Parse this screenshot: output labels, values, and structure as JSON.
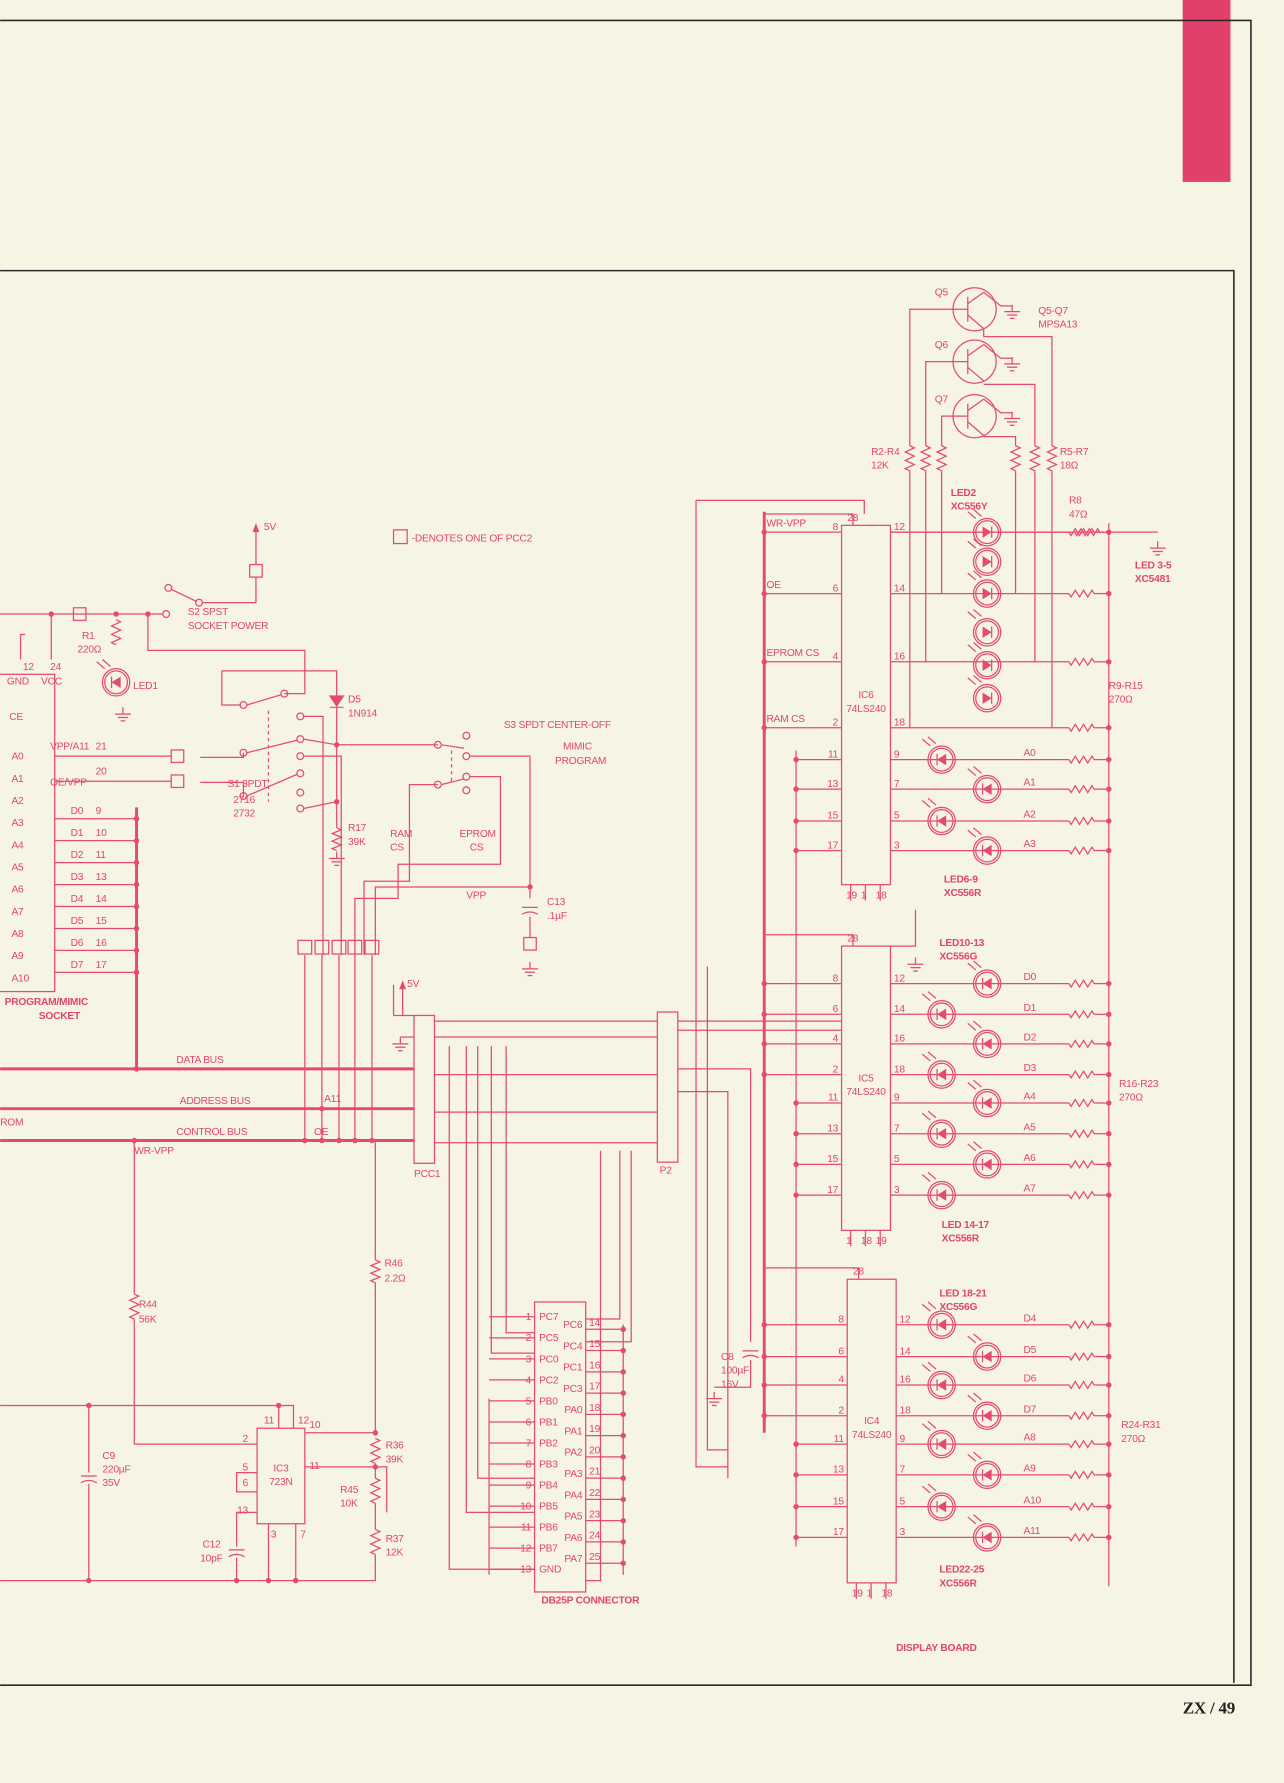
{
  "page": {
    "number": "ZX / 49"
  },
  "colors": {
    "ink": "#e54a74",
    "paper": "#f6f4e2",
    "tab": "#e0406a",
    "frame": "#2a2a2a"
  },
  "legend": {
    "text": "-DENOTES ONE OF PCC2"
  },
  "transistors": {
    "names": [
      "Q5",
      "Q6",
      "Q7"
    ],
    "group": "Q5-Q7",
    "part": "MPSA13"
  },
  "labels": {
    "r2_r4": "R2-R4",
    "r2_r4_val": "12K",
    "r5_r7": "R5-R7",
    "r5_r7_val": "18Ω",
    "led2": "LED2",
    "led2_part": "XC556Y",
    "r8": "R8",
    "r8_val": "47Ω",
    "led3_5": "LED 3-5",
    "led3_5_part": "XC5481",
    "r9_15": "R9-R15",
    "r9_15_val": "270Ω",
    "led6_9": "LED6-9",
    "led6_9_part": "XC556R",
    "led10_13": "LED10-13",
    "led10_13_part": "XC556G",
    "led14_17": "LED 14-17",
    "led14_17_part": "XC556R",
    "r16_23": "R16-R23",
    "r16_23_val": "270Ω",
    "led18_21": "LED 18-21",
    "led18_21_part": "XC556G",
    "led22_25": "LED22-25",
    "led22_25_part": "XC556R",
    "r24_31": "R24-R31",
    "r24_31_val": "270Ω",
    "display_board": "DISPLAY BOARD",
    "r1": "R1",
    "r1_val": "220Ω",
    "led1": "LED1",
    "s2": "S2 SPST",
    "s2_desc": "SOCKET POWER",
    "v5_top": "5V",
    "d5": "D5",
    "d5_part": "1N914",
    "s3": "S3 SPDT CENTER-OFF",
    "mimic": "MIMIC",
    "program": "PROGRAM",
    "s1": "S1 3PDT",
    "s1_a": "2716",
    "s1_b": "2732",
    "r17": "R17",
    "r17_val": "39K",
    "ram": "RAM",
    "ram_cs": "CS",
    "eprom": "EPROM",
    "eprom_cs": "CS",
    "vpp": "VPP",
    "c13": "C13",
    "c13_val": ".1µF",
    "v5_mid": "5V",
    "data_bus": "DATA BUS",
    "address_bus": "ADDRESS BUS",
    "a11": "A11",
    "prom": "ROM",
    "control_bus": "CONTROL BUS",
    "oe": "OE",
    "wr_vpp": "WR-VPP",
    "pcc1": "PCC1",
    "p2": "P2",
    "r46": "R46",
    "r46_val": "2.2Ω",
    "r44": "R44",
    "r44_val": "56K",
    "r36": "R36",
    "r36_val": "39K",
    "r45": "R45",
    "r45_val": "10K",
    "r37": "R37",
    "r37_val": "12K",
    "c9": "C9",
    "c9_val": "220µF",
    "c9_v": "35V",
    "c12": "C12",
    "c12_val": "10pF",
    "c8": "C8",
    "c8_val": "100µF",
    "c8_v": "16V",
    "socket_title": "PROGRAM/MIMIC",
    "socket_sub": "SOCKET",
    "gnd": "GND",
    "vcc": "VCC",
    "pin12": "12",
    "pin24": "24",
    "ce": "CE",
    "ic3": "IC3",
    "ic3_part": "723N",
    "db25_title": "DB25P CONNECTOR"
  },
  "ic3_pins": [
    "11",
    "12",
    "10",
    "2",
    "11",
    "5",
    "6",
    "13",
    "3",
    "7"
  ],
  "ics": [
    {
      "name": "IC6",
      "part": "74LS240",
      "top_pin": "28",
      "left_pins": [
        {
          "pin": "8",
          "signal": "WR-VPP"
        },
        {
          "pin": "6",
          "signal": "OE"
        },
        {
          "pin": "4",
          "signal": "EPROM CS"
        },
        {
          "pin": "2",
          "signal": "RAM CS"
        },
        {
          "pin": "11",
          "signal": ""
        },
        {
          "pin": "13",
          "signal": ""
        },
        {
          "pin": "15",
          "signal": ""
        },
        {
          "pin": "17",
          "signal": ""
        }
      ],
      "right_pins": [
        {
          "pin": "12",
          "signal": ""
        },
        {
          "pin": "14",
          "signal": ""
        },
        {
          "pin": "16",
          "signal": ""
        },
        {
          "pin": "18",
          "signal": ""
        },
        {
          "pin": "9",
          "signal": "A0"
        },
        {
          "pin": "7",
          "signal": "A1"
        },
        {
          "pin": "5",
          "signal": "A2"
        },
        {
          "pin": "3",
          "signal": "A3"
        }
      ],
      "bottom_pins": [
        "19",
        "1",
        "18"
      ]
    },
    {
      "name": "IC5",
      "part": "74LS240",
      "top_pin": "28",
      "left_pins": [
        {
          "pin": "8",
          "signal": ""
        },
        {
          "pin": "6",
          "signal": ""
        },
        {
          "pin": "4",
          "signal": ""
        },
        {
          "pin": "2",
          "signal": ""
        },
        {
          "pin": "11",
          "signal": ""
        },
        {
          "pin": "13",
          "signal": ""
        },
        {
          "pin": "15",
          "signal": ""
        },
        {
          "pin": "17",
          "signal": ""
        }
      ],
      "right_pins": [
        {
          "pin": "12",
          "signal": "D0"
        },
        {
          "pin": "14",
          "signal": "D1"
        },
        {
          "pin": "16",
          "signal": "D2"
        },
        {
          "pin": "18",
          "signal": "D3"
        },
        {
          "pin": "9",
          "signal": "A4"
        },
        {
          "pin": "7",
          "signal": "A5"
        },
        {
          "pin": "5",
          "signal": "A6"
        },
        {
          "pin": "3",
          "signal": "A7"
        }
      ],
      "bottom_pins": [
        "1",
        "18",
        "19"
      ]
    },
    {
      "name": "IC4",
      "part": "74LS240",
      "top_pin": "28",
      "left_pins": [
        {
          "pin": "8",
          "signal": ""
        },
        {
          "pin": "6",
          "signal": ""
        },
        {
          "pin": "4",
          "signal": ""
        },
        {
          "pin": "2",
          "signal": ""
        },
        {
          "pin": "11",
          "signal": ""
        },
        {
          "pin": "13",
          "signal": ""
        },
        {
          "pin": "15",
          "signal": ""
        },
        {
          "pin": "17",
          "signal": ""
        }
      ],
      "right_pins": [
        {
          "pin": "12",
          "signal": "D4"
        },
        {
          "pin": "14",
          "signal": "D5"
        },
        {
          "pin": "16",
          "signal": "D6"
        },
        {
          "pin": "18",
          "signal": "D7"
        },
        {
          "pin": "9",
          "signal": "A8"
        },
        {
          "pin": "7",
          "signal": "A9"
        },
        {
          "pin": "5",
          "signal": "A10"
        },
        {
          "pin": "3",
          "signal": "A11"
        }
      ],
      "bottom_pins": [
        "19",
        "1",
        "18"
      ]
    }
  ],
  "socket": {
    "address_pins": [
      "A0",
      "A1",
      "A2",
      "A3",
      "A4",
      "A5",
      "A6",
      "A7",
      "A8",
      "A9",
      "A10"
    ],
    "control_pins": [
      {
        "pin": "21",
        "signal": "VPP/A11"
      },
      {
        "pin": "20",
        "signal": "OE/VPP"
      }
    ],
    "data_pins": [
      {
        "pin": "9",
        "signal": "D0"
      },
      {
        "pin": "10",
        "signal": "D1"
      },
      {
        "pin": "11",
        "signal": "D2"
      },
      {
        "pin": "13",
        "signal": "D3"
      },
      {
        "pin": "14",
        "signal": "D4"
      },
      {
        "pin": "15",
        "signal": "D5"
      },
      {
        "pin": "16",
        "signal": "D6"
      },
      {
        "pin": "17",
        "signal": "D7"
      }
    ]
  },
  "db25": {
    "left_pins": [
      {
        "pin": "1",
        "signal": "PC7"
      },
      {
        "pin": "2",
        "signal": "PC5"
      },
      {
        "pin": "3",
        "signal": "PC0"
      },
      {
        "pin": "4",
        "signal": "PC2"
      },
      {
        "pin": "5",
        "signal": "PB0"
      },
      {
        "pin": "6",
        "signal": "PB1"
      },
      {
        "pin": "7",
        "signal": "PB2"
      },
      {
        "pin": "8",
        "signal": "PB3"
      },
      {
        "pin": "9",
        "signal": "PB4"
      },
      {
        "pin": "10",
        "signal": "PB5"
      },
      {
        "pin": "11",
        "signal": "PB6"
      },
      {
        "pin": "12",
        "signal": "PB7"
      },
      {
        "pin": "13",
        "signal": "GND"
      }
    ],
    "right_pins": [
      {
        "pin": "14",
        "signal": "PC6"
      },
      {
        "pin": "15",
        "signal": "PC4"
      },
      {
        "pin": "16",
        "signal": "PC1"
      },
      {
        "pin": "17",
        "signal": "PC3"
      },
      {
        "pin": "18",
        "signal": "PA0"
      },
      {
        "pin": "19",
        "signal": "PA1"
      },
      {
        "pin": "20",
        "signal": "PA2"
      },
      {
        "pin": "21",
        "signal": "PA3"
      },
      {
        "pin": "22",
        "signal": "PA4"
      },
      {
        "pin": "23",
        "signal": "PA5"
      },
      {
        "pin": "24",
        "signal": "PA6"
      },
      {
        "pin": "25",
        "signal": "PA7"
      }
    ]
  }
}
